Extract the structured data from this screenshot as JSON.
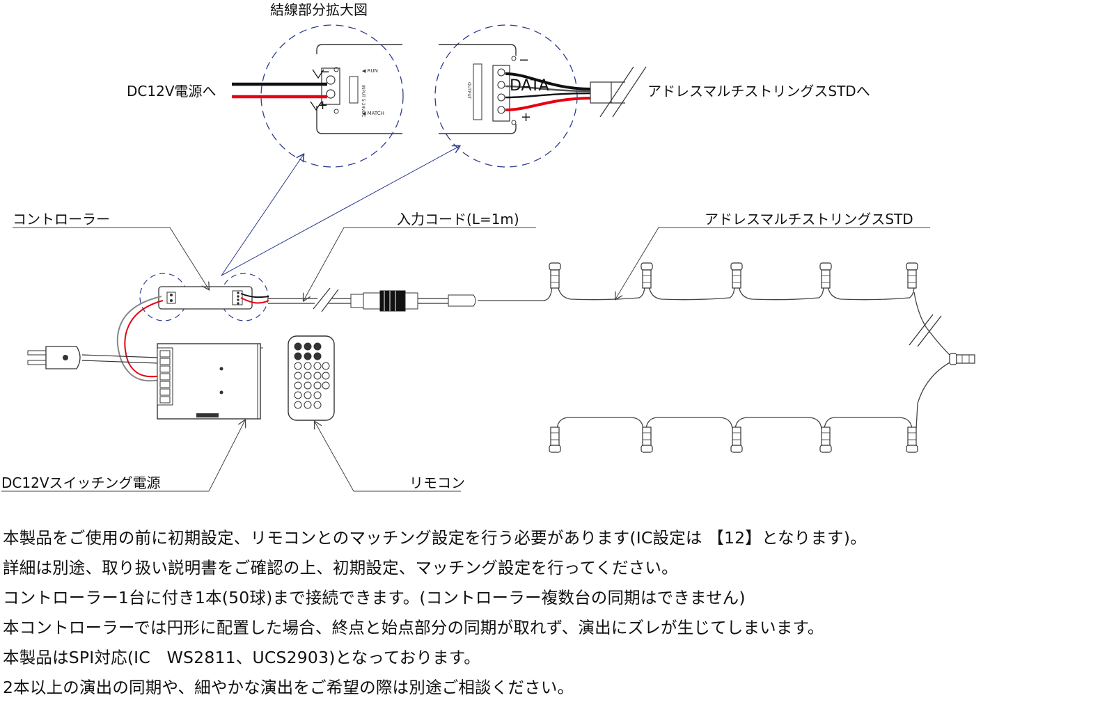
{
  "labels": {
    "enlarge_title": "結線部分拡大図",
    "dc_in": "DC12V電源へ",
    "to_string": "アドレスマルチストリングスSTDへ",
    "controller": "コントローラー",
    "input_cord": "入力コード(L=1m)",
    "string": "アドレスマルチストリングスSTD",
    "psu": "DC12Vスイッチング電源",
    "remote": "リモコン",
    "minus": "−",
    "plus": "+",
    "data": "DATA"
  },
  "notes": [
    "本製品をご使用の前に初期設定、リモコンとのマッチング設定を行う必要があります(IC設定は 【12】となります)。",
    "詳細は別途、取り扱い説明書をご確認の上、初期設定、マッチング設定を行ってください。",
    "コントローラー1台に付き1本(50球)まで接続できます。(コントローラー複数台の同期はできません)",
    "本コントローラーでは円形に配置した場合、終点と始点部分の同期が取れず、演出にズレが生じてしまいます。",
    "本製品はSPI対応(IC　WS2811、UCS2903)となっております。",
    "2本以上の演出の同期や、細やかな演出をご希望の際は別途ご相談ください。"
  ],
  "colors": {
    "wire_red": "#e60012",
    "wire_black": "#111111",
    "arrow_blue": "#2c3b8f",
    "circle_blue": "#2c3b8f"
  },
  "icons": [
    "plug-icon",
    "bulb-icon",
    "remote-button-icon"
  ]
}
